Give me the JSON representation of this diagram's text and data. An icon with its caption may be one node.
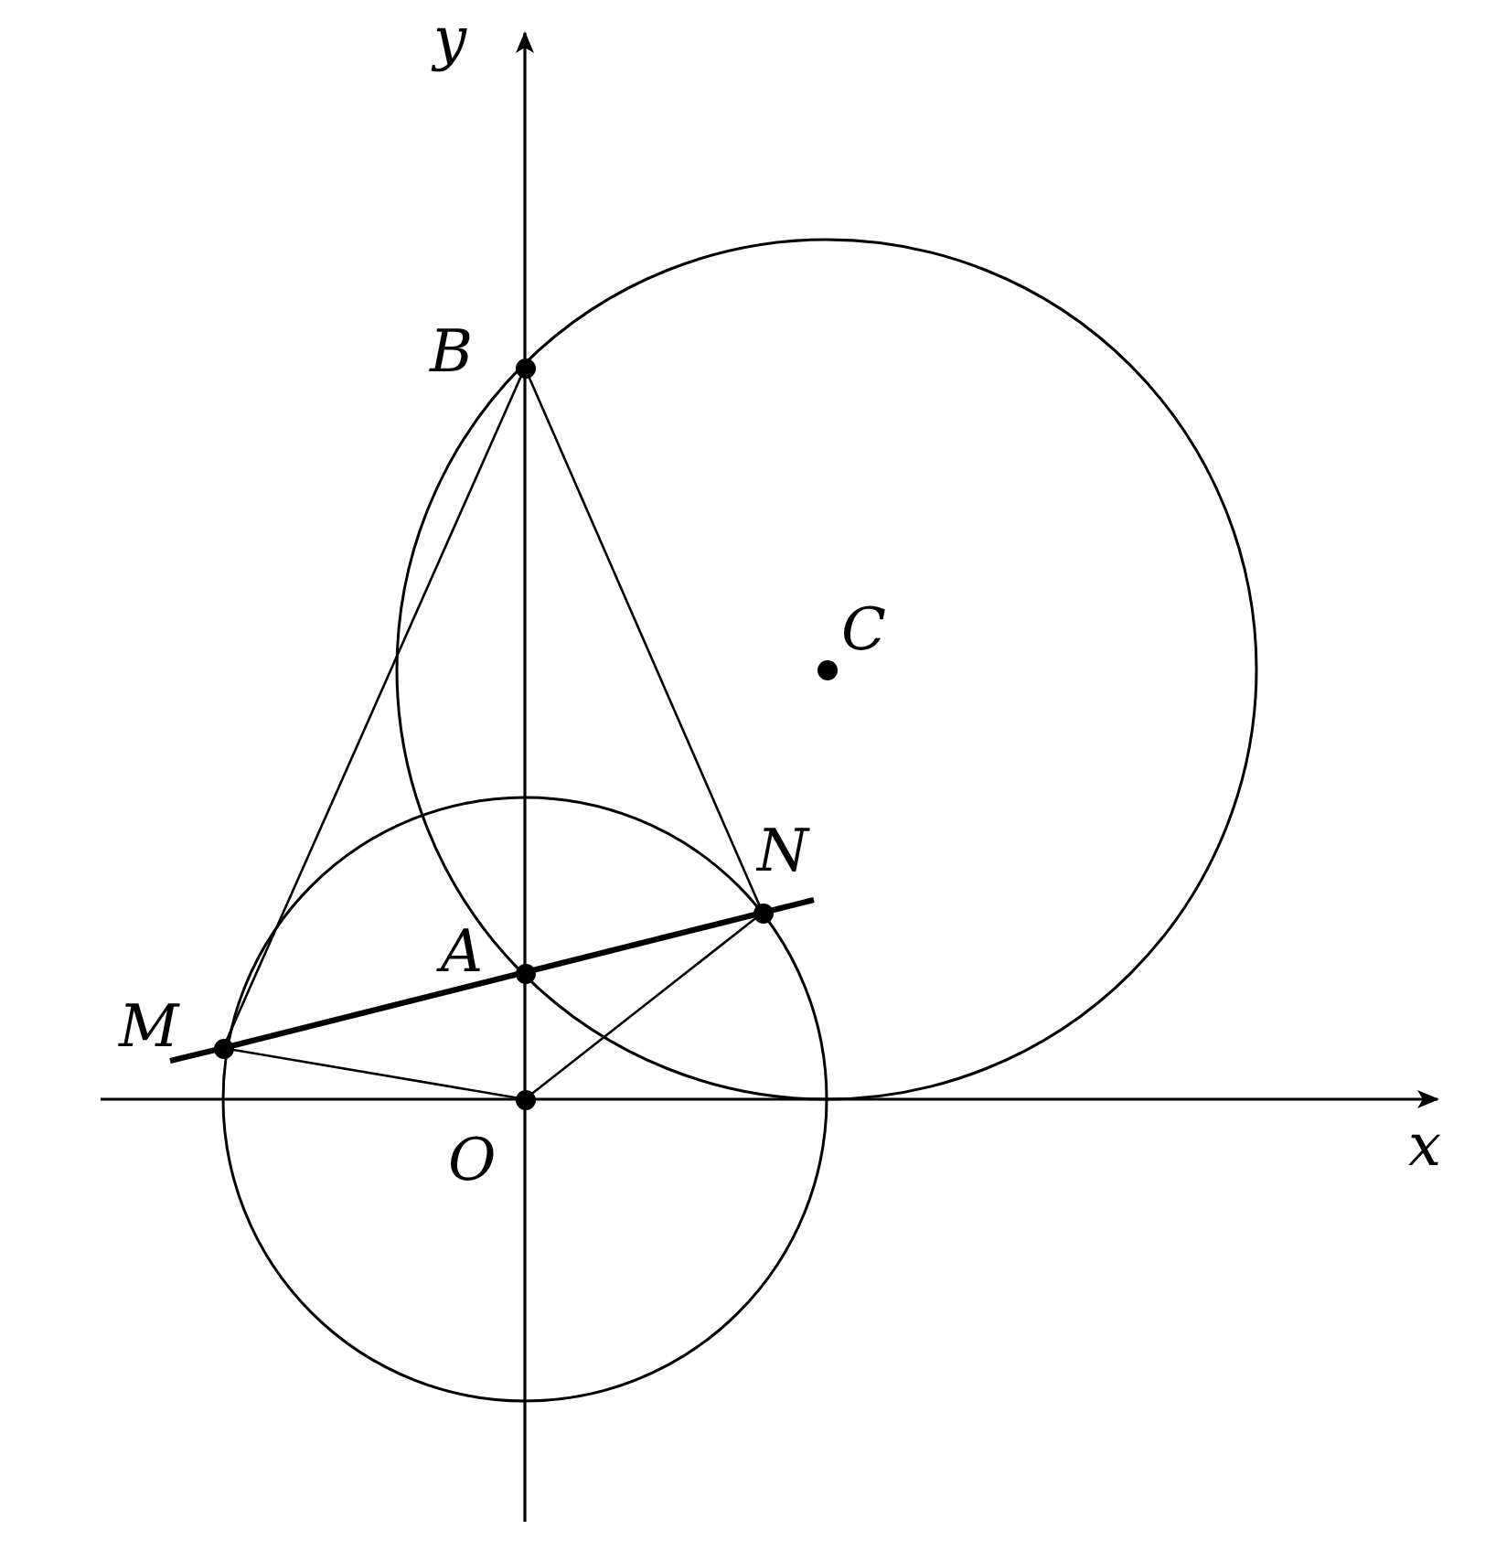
{
  "diagram": {
    "nodes": [
      {
        "text": [
          "B"
        ]
      },
      {
        "text": [
          "C"
        ]
      },
      {
        "text": [
          "N"
        ]
      },
      {
        "text": [
          "A"
        ]
      },
      {
        "text": [
          "M"
        ]
      },
      {
        "text": [
          "O"
        ]
      }
    ],
    "edges": [
      {
        "from": 0,
        "to": 4,
        "arrow": "none"
      },
      {
        "from": 0,
        "to": 2,
        "arrow": "none"
      },
      {
        "from": 4,
        "to": 2,
        "arrow": "none",
        "style": "thick"
      },
      {
        "from": 5,
        "to": 4,
        "arrow": "none"
      },
      {
        "from": 5,
        "to": 2,
        "arrow": "none"
      }
    ],
    "labels": [
      "y",
      "x"
    ]
  }
}
